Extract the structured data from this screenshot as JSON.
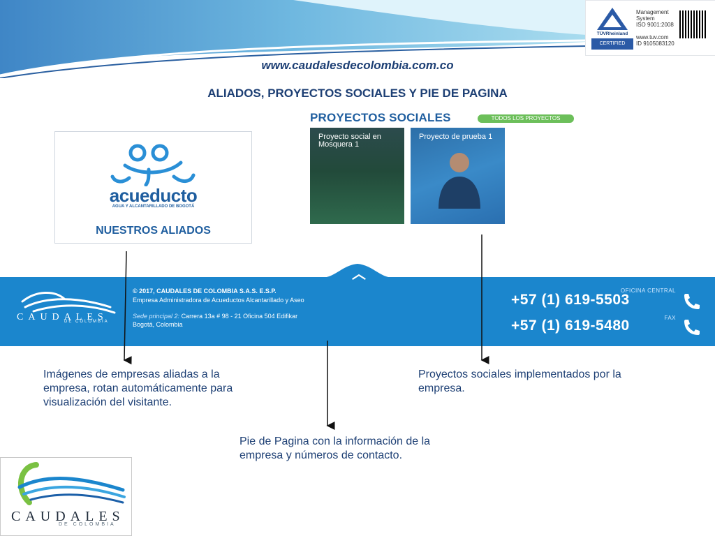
{
  "header": {
    "site_url": "www.caudalesdecolombia.com.co",
    "page_heading": "ALIADOS, PROYECTOS SOCIALES Y PIE DE PAGINA"
  },
  "certification": {
    "brand": "TÜVRheinland",
    "badge": "CERTIFIED",
    "text": "Management\nSystem\nISO 9001:2008\n\nwww.tuv.com\nID 9105083120"
  },
  "allies": {
    "brand": "acueducto",
    "sub": "AGUA Y ALCANTARILLADO DE BOGOTÁ",
    "title": "NUESTROS ALIADOS"
  },
  "social_projects": {
    "title": "PROYECTOS SOCIALES",
    "all_button": "TODOS LOS PROYECTOS",
    "cards": [
      {
        "label": "Proyecto social en Mosquera 1"
      },
      {
        "label": "Proyecto de prueba 1"
      }
    ]
  },
  "footer": {
    "logo_text": "CAUDALES",
    "logo_sub": "DE COLOMBIA",
    "copyright": "© 2017, CAUDALES DE COLOMBIA S.A.S. E.S.P.",
    "description": "Empresa Administradora de Acueductos Alcantarillado y Aseo",
    "address_label": "Sede principal 2:",
    "address": "Carrera 13a # 98 - 21 Oficina 504 Edifikar",
    "city": "Bogotá, Colombia",
    "office_label": "OFICINA CENTRAL",
    "office_phone": "+57 (1) 619-5503",
    "fax_label": "FAX",
    "fax_phone": "+57 (1) 619-5480"
  },
  "annotations": {
    "allies_note": "Imágenes de empresas aliadas a la empresa, rotan automáticamente para visualización del visitante.",
    "projects_note": "Proyectos sociales implementados por la empresa.",
    "footer_note": "Pie de Pagina con la información de la empresa y números de contacto."
  },
  "corner_logo": {
    "text": "CAUDALES",
    "sub": "DE COLOMBIA"
  },
  "colors": {
    "brand_blue": "#1b86cd",
    "heading_navy": "#1d3f74",
    "accent_green": "#6cbf5a"
  }
}
